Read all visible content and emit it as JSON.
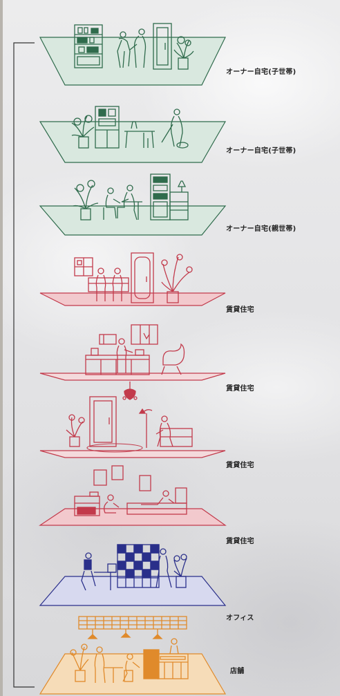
{
  "floors": [
    {
      "label": "オーナー自宅(子世帯)",
      "color": "#2f6b4c",
      "fill": "#d9e8df"
    },
    {
      "label": "オーナー自宅(子世帯)",
      "color": "#2f6b4c",
      "fill": "#d9e8df"
    },
    {
      "label": "オーナー自宅(親世帯)",
      "color": "#2f6b4c",
      "fill": "#d9e8df"
    },
    {
      "label": "賃貸住宅",
      "color": "#c23a4b",
      "fill": "#f2c9cd"
    },
    {
      "label": "賃貸住宅",
      "color": "#c23a4b",
      "fill": "#f4dadc"
    },
    {
      "label": "賃貸住宅",
      "color": "#c23a4b",
      "fill": "#f4dadc"
    },
    {
      "label": "賃貸住宅",
      "color": "#c23a4b",
      "fill": "#f2c9cd"
    },
    {
      "label": "オフィス",
      "color": "#2a2f8a",
      "fill": "#d7d9ef"
    },
    {
      "label": "店舗",
      "color": "#e08a2b",
      "fill": "#f6dcb8"
    }
  ],
  "bracket_color": "#333333",
  "icon_names": [
    "bookshelf-icon",
    "people-icon",
    "door-icon",
    "plant-icon",
    "table-icon",
    "cabinet-icon",
    "chandelier-icon",
    "sofa-icon",
    "chair-icon",
    "window-icon",
    "frame-icon",
    "desk-icon",
    "grid-shelf-icon",
    "lamp-icon",
    "counter-icon",
    "pergola-icon"
  ]
}
